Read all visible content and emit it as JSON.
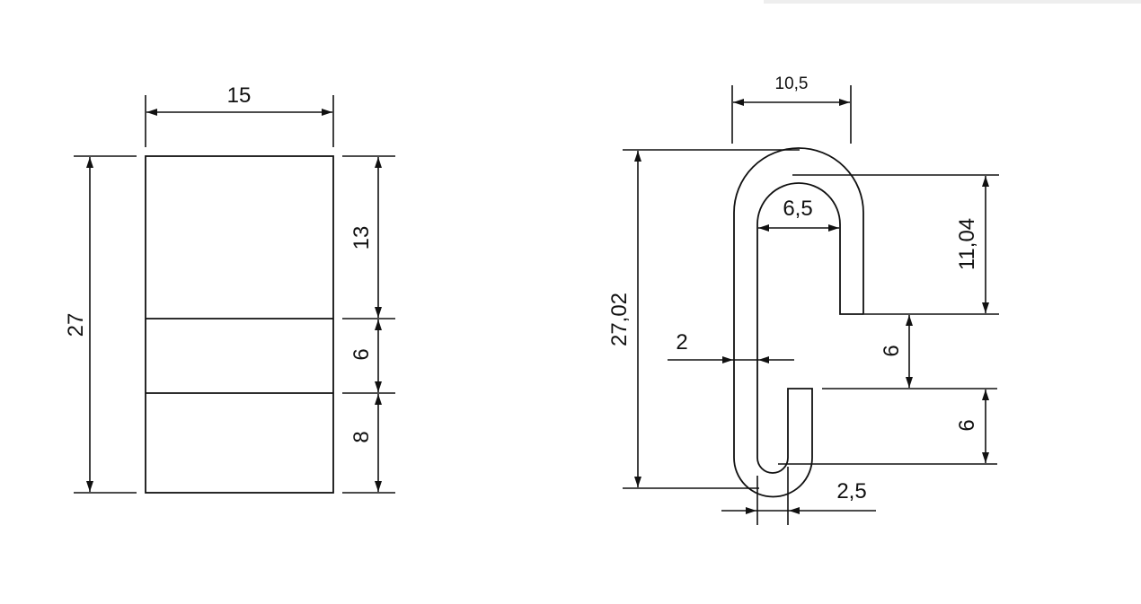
{
  "drawing": {
    "line_color": "#111111",
    "background": "#ffffff",
    "front_view": {
      "width_label": "15",
      "height_label": "27",
      "segment_top_label": "13",
      "segment_mid_label": "6",
      "segment_bottom_label": "8"
    },
    "side_view": {
      "overall_width_label": "10,5",
      "overall_height_label": "27,02",
      "inner_width_label": "6,5",
      "top_hook_height_label": "11,04",
      "gap_label": "6",
      "bottom_hook_height_label": "6",
      "wall_thickness_label": "2",
      "bottom_width_label": "2,5"
    }
  }
}
